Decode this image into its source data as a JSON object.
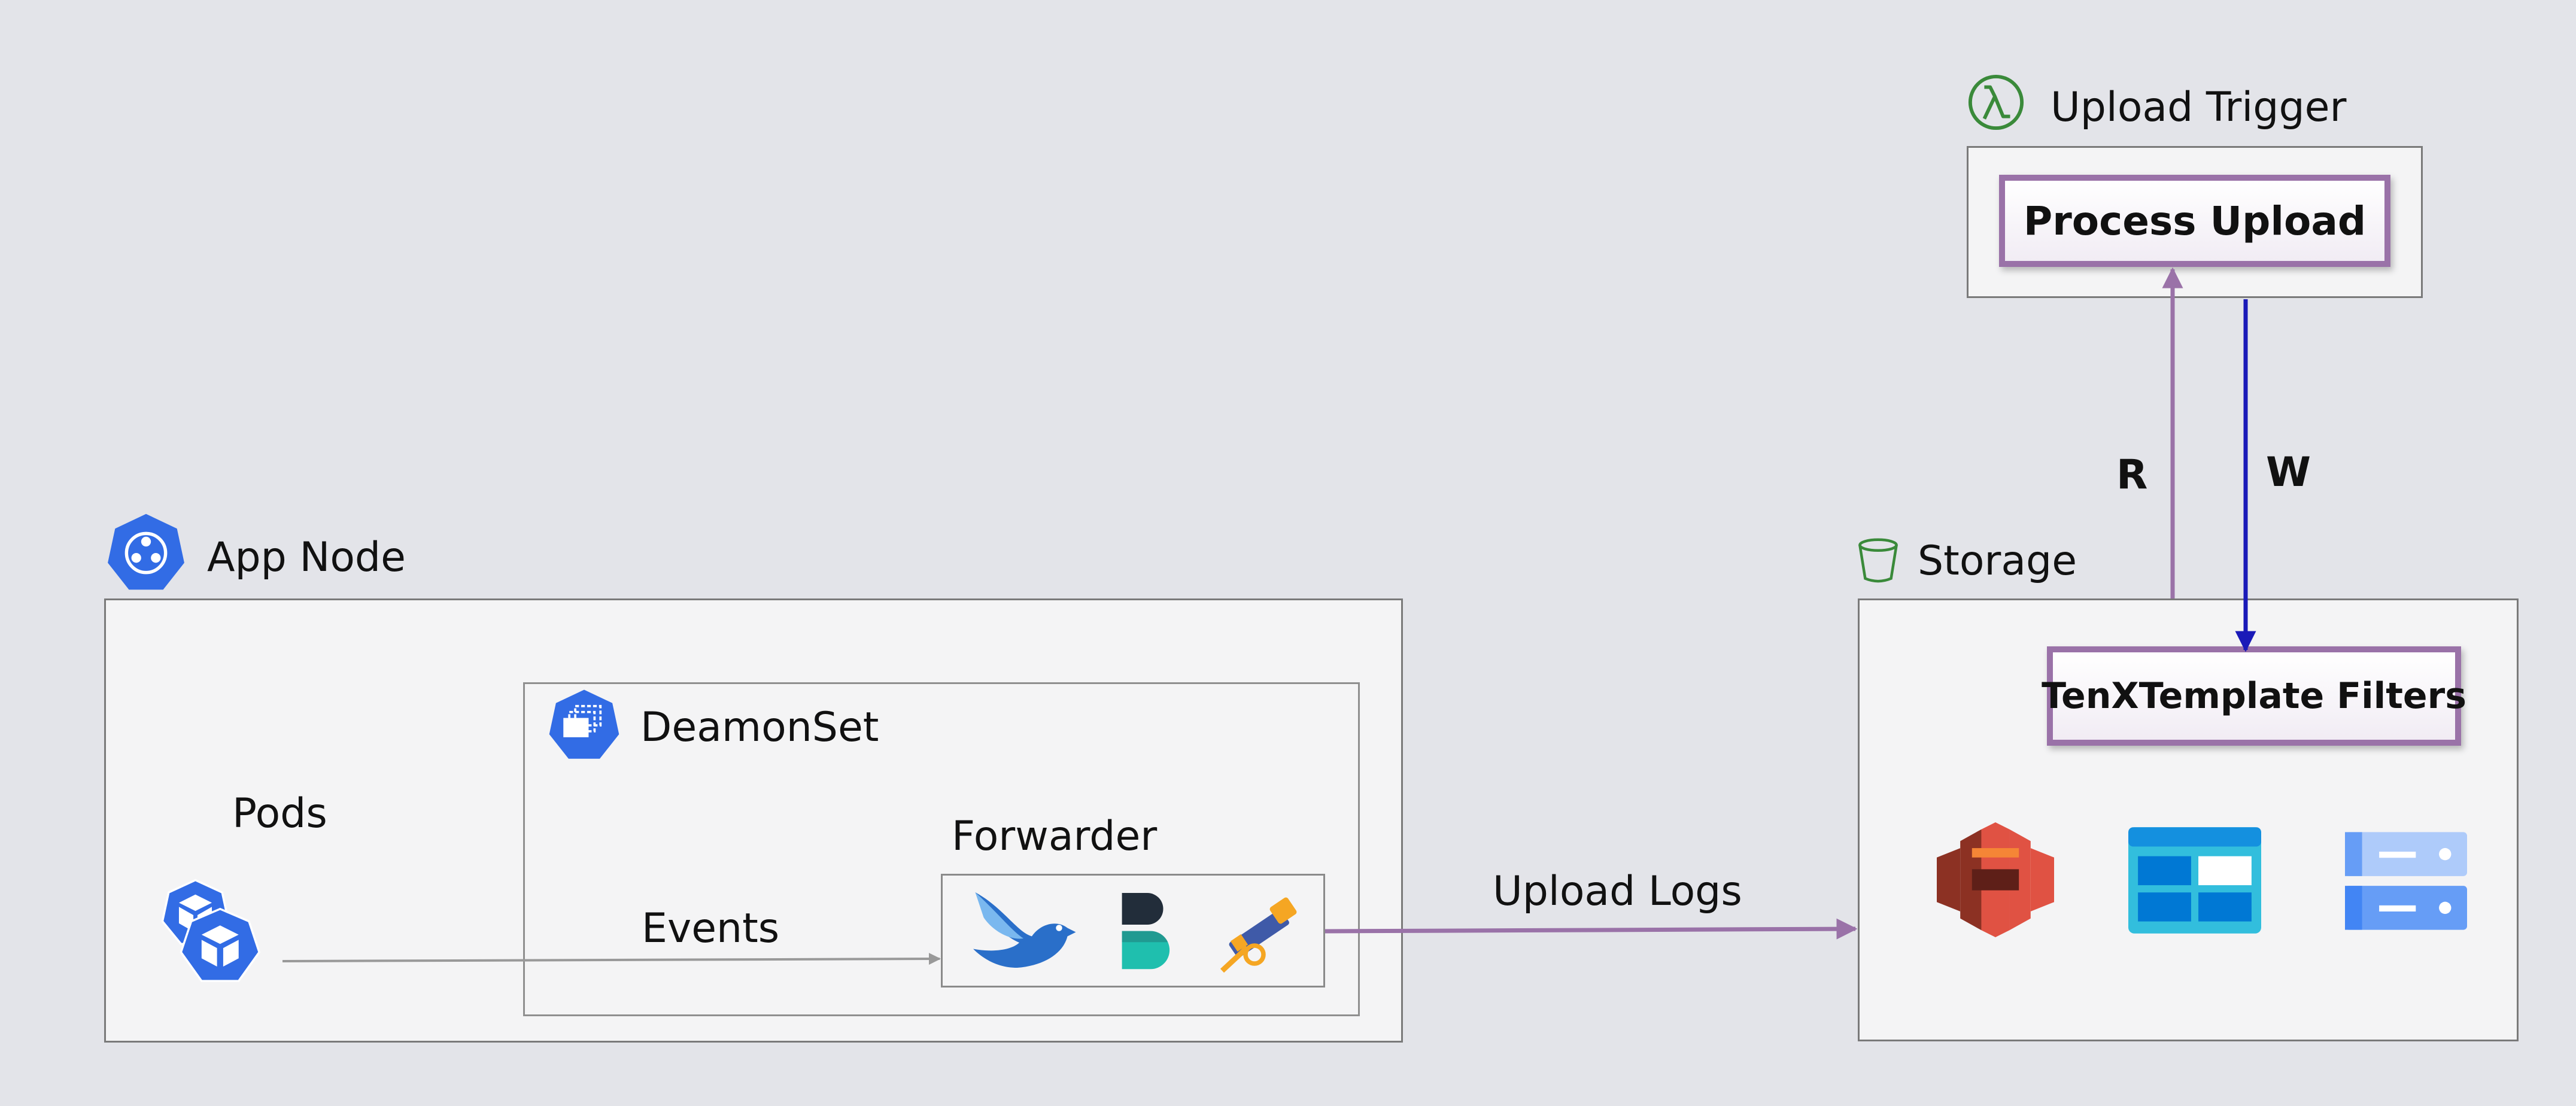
{
  "app_node": {
    "label": "App Node",
    "icon": "kubernetes-node-icon"
  },
  "pods": {
    "label": "Pods",
    "icon": "kubernetes-pod-icon"
  },
  "daemonset": {
    "label": "DeamonSet",
    "icon": "kubernetes-daemonset-icon"
  },
  "forwarder": {
    "label": "Forwarder",
    "icons": [
      "fluentd-icon",
      "beats-icon",
      "telescope-icon"
    ]
  },
  "events": {
    "label": "Events"
  },
  "upload_logs": {
    "label": "Upload Logs"
  },
  "upload_trigger": {
    "label": "Upload Trigger",
    "icon": "lambda-icon"
  },
  "process_upload": {
    "label": "Process Upload"
  },
  "storage": {
    "label": "Storage",
    "icon": "bucket-icon",
    "icons": [
      "s3-icon",
      "azure-table-storage-icon",
      "server-storage-icon"
    ]
  },
  "filters": {
    "label": "TenXTemplate Filters"
  },
  "read_edge": {
    "label": "R"
  },
  "write_edge": {
    "label": "W"
  },
  "colors": {
    "background": "#e3e4e9",
    "purple": "#9a72a8",
    "blue": "#1a1ab8",
    "k8s": "#326ce5"
  }
}
